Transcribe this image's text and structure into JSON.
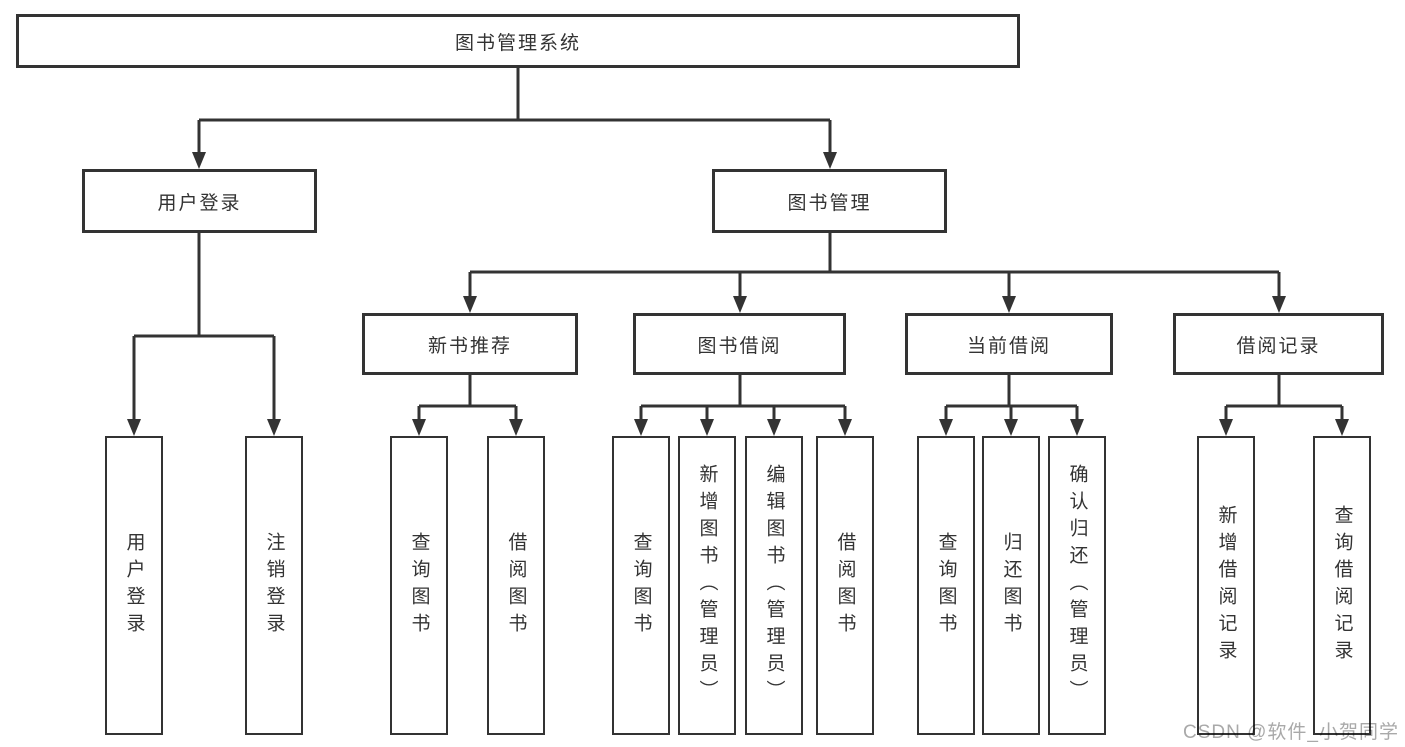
{
  "watermark": "CSDN @软件_小贺同学",
  "colors": {
    "line": "#333333",
    "box_border": "#333333",
    "text": "#333333",
    "watermark_text": "#a9a9a9",
    "background": "#ffffff"
  },
  "tree": {
    "label": "图书管理系统",
    "children": [
      {
        "label": "用户登录",
        "children": [
          {
            "label": "用户登录"
          },
          {
            "label": "注销登录"
          }
        ]
      },
      {
        "label": "图书管理",
        "children": [
          {
            "label": "新书推荐",
            "children": [
              {
                "label": "查询图书"
              },
              {
                "label": "借阅图书"
              }
            ]
          },
          {
            "label": "图书借阅",
            "children": [
              {
                "label": "查询图书"
              },
              {
                "label": "新增图书（管理员）"
              },
              {
                "label": "编辑图书（管理员）"
              },
              {
                "label": "借阅图书"
              }
            ]
          },
          {
            "label": "当前借阅",
            "children": [
              {
                "label": "查询图书"
              },
              {
                "label": "归还图书"
              },
              {
                "label": "确认归还（管理员）"
              }
            ]
          },
          {
            "label": "借阅记录",
            "children": [
              {
                "label": "新增借阅记录"
              },
              {
                "label": "查询借阅记录"
              }
            ]
          }
        ]
      }
    ]
  }
}
